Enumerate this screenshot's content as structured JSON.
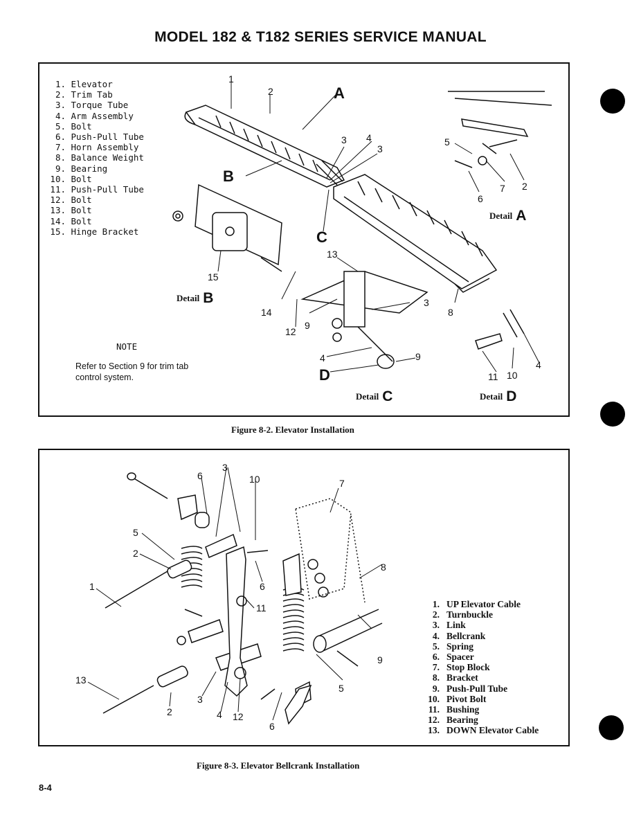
{
  "header": {
    "title": "MODEL 182 & T182 SERIES SERVICE MANUAL"
  },
  "figure_1": {
    "caption": "Figure 8-2.  Elevator Installation",
    "legend": [
      {
        "num": "1.",
        "label": "Elevator"
      },
      {
        "num": "2.",
        "label": "Trim Tab"
      },
      {
        "num": "3.",
        "label": "Torque Tube"
      },
      {
        "num": "4.",
        "label": "Arm Assembly"
      },
      {
        "num": "5.",
        "label": "Bolt"
      },
      {
        "num": "6.",
        "label": "Push-Pull Tube"
      },
      {
        "num": "7.",
        "label": "Horn Assembly"
      },
      {
        "num": "8.",
        "label": "Balance Weight"
      },
      {
        "num": "9.",
        "label": "Bearing"
      },
      {
        "num": "10.",
        "label": "Bolt"
      },
      {
        "num": "11.",
        "label": "Push-Pull Tube"
      },
      {
        "num": "12.",
        "label": "Bolt"
      },
      {
        "num": "13.",
        "label": "Bolt"
      },
      {
        "num": "14.",
        "label": "Bolt"
      },
      {
        "num": "15.",
        "label": "Hinge Bracket"
      }
    ],
    "note_title": "NOTE",
    "note_body": "Refer to Section 9 for trim tab control system.",
    "details": {
      "a": {
        "word": "Detail",
        "letter": "A"
      },
      "b": {
        "word": "Detail",
        "letter": "B"
      },
      "c": {
        "word": "Detail",
        "letter": "C"
      },
      "d": {
        "word": "Detail",
        "letter": "D"
      }
    },
    "callouts": {
      "n1": "1",
      "n2": "2",
      "n2b": "2",
      "n3a": "3",
      "n3b": "3",
      "n3c": "3",
      "n4a": "4",
      "n4b": "4",
      "n4c": "4",
      "n5": "5",
      "n6": "6",
      "n7": "7",
      "n8": "8",
      "n9a": "9",
      "n9b": "9",
      "n10": "10",
      "n11": "11",
      "n12": "12",
      "n13": "13",
      "n14": "14",
      "n15": "15",
      "A": "A",
      "B": "B",
      "C": "C",
      "D": "D"
    }
  },
  "figure_2": {
    "caption": "Figure 8-3.  Elevator Bellcrank Installation",
    "legend": [
      {
        "num": "1.",
        "label": "UP Elevator Cable"
      },
      {
        "num": "2.",
        "label": "Turnbuckle"
      },
      {
        "num": "3.",
        "label": "Link"
      },
      {
        "num": "4.",
        "label": "Bellcrank"
      },
      {
        "num": "5.",
        "label": "Spring"
      },
      {
        "num": "6.",
        "label": "Spacer"
      },
      {
        "num": "7.",
        "label": "Stop Block"
      },
      {
        "num": "8.",
        "label": "Bracket"
      },
      {
        "num": "9.",
        "label": "Push-Pull Tube"
      },
      {
        "num": "10.",
        "label": "Pivot Bolt"
      },
      {
        "num": "11.",
        "label": "Bushing"
      },
      {
        "num": "12.",
        "label": "Bearing"
      },
      {
        "num": "13.",
        "label": "DOWN Elevator Cable"
      }
    ],
    "callouts": {
      "n1": "1",
      "n2a": "2",
      "n2b": "2",
      "n3a": "3",
      "n3b": "3",
      "n4": "4",
      "n5a": "5",
      "n5b": "5",
      "n6a": "6",
      "n6b": "6",
      "n6c": "6",
      "n7": "7",
      "n8": "8",
      "n9": "9",
      "n10": "10",
      "n11": "11",
      "n12": "12",
      "n13": "13"
    }
  },
  "footer": {
    "page_number": "8-4"
  }
}
